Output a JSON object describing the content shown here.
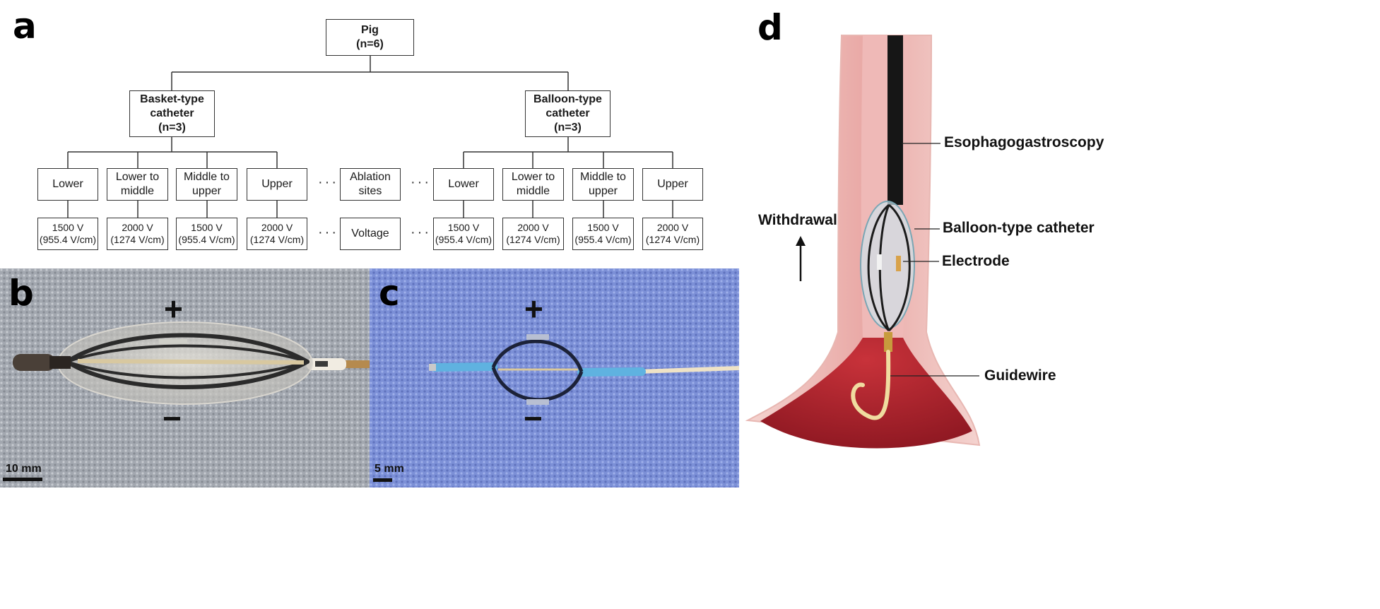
{
  "panels": {
    "a": "a",
    "b": "b",
    "c": "c",
    "d": "d"
  },
  "flowchart": {
    "root": "Pig\n(n=6)",
    "groups": [
      {
        "label": "Basket-type\ncatheter\n(n=3)",
        "sites": [
          "Lower",
          "Lower to\nmiddle",
          "Middle to\nupper",
          "Upper"
        ],
        "voltages": [
          "1500 V\n(955.4 V/cm)",
          "2000 V\n(1274 V/cm)",
          "1500 V\n(955.4 V/cm)",
          "2000 V\n(1274 V/cm)"
        ]
      },
      {
        "label": "Balloon-type\ncatheter\n(n=3)",
        "sites": [
          "Lower",
          "Lower to\nmiddle",
          "Middle to\nupper",
          "Upper"
        ],
        "voltages": [
          "1500 V\n(955.4 V/cm)",
          "2000 V\n(1274 V/cm)",
          "1500 V\n(955.4 V/cm)",
          "2000 V\n(1274 V/cm)"
        ]
      }
    ],
    "row_labels": {
      "sites": "Ablation\nsites",
      "voltage": "Voltage"
    },
    "ellipsis": "···"
  },
  "photo_b": {
    "plus": "+",
    "minus": "−",
    "scale": "10 mm"
  },
  "photo_c": {
    "plus": "+",
    "minus": "−",
    "scale": "5 mm"
  },
  "illustration": {
    "labels": {
      "scope": "Esophagogastroscopy",
      "catheter": "Balloon-type catheter",
      "electrode": "Electrode",
      "guidewire": "Guidewire",
      "withdrawal": "Withdrawal"
    }
  },
  "colors": {
    "fabric_gray": "#9ea3ab",
    "fabric_blue": "#7b8fd6",
    "tissue": "#e9a2a2",
    "stomach": "#b3202c"
  }
}
